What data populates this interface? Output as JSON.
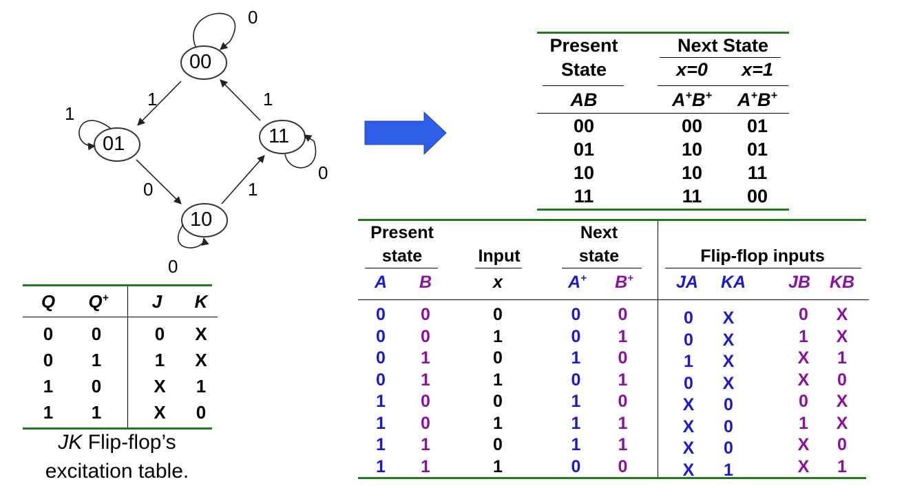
{
  "state_diagram": {
    "states": [
      "00",
      "01",
      "11",
      "10"
    ],
    "edge_labels": {
      "s00_self": "0",
      "s00_to_01": "1",
      "s11_to_00": "1",
      "s01_self": "1",
      "s01_to_10": "0",
      "s10_to_11": "1",
      "s11_self": "0",
      "s10_self": "0"
    }
  },
  "state_table": {
    "col1_header": [
      "Present",
      "State"
    ],
    "next_header": "Next State",
    "x0_header": "x=0",
    "x1_header": "x=1",
    "ab_label": "AB",
    "next_label_base": "A",
    "next_label_base2": "B",
    "plus": "+",
    "rows": [
      {
        "present": "00",
        "x0": "00",
        "x1": "01"
      },
      {
        "present": "01",
        "x0": "10",
        "x1": "01"
      },
      {
        "present": "10",
        "x0": "10",
        "x1": "11"
      },
      {
        "present": "11",
        "x0": "11",
        "x1": "00"
      }
    ]
  },
  "excitation_table": {
    "headers": {
      "q": "Q",
      "qplus": "Q",
      "plus": "+",
      "j": "J",
      "k": "K"
    },
    "rows": [
      {
        "q": "0",
        "qp": "0",
        "j": "0",
        "k": "X"
      },
      {
        "q": "0",
        "qp": "1",
        "j": "1",
        "k": "X"
      },
      {
        "q": "1",
        "qp": "0",
        "j": "X",
        "k": "1"
      },
      {
        "q": "1",
        "qp": "1",
        "j": "X",
        "k": "0"
      }
    ],
    "caption_italic": "JK",
    "caption_rest": " Flip-flop’s",
    "caption_line2": "excitation table."
  },
  "design_table": {
    "present_header": [
      "Present",
      "state"
    ],
    "input_header": "Input",
    "next_header": [
      "Next",
      "state"
    ],
    "ff_header": "Flip-flop inputs",
    "cols": {
      "a": "A",
      "b": "B",
      "x": "x",
      "ap": "A",
      "bp": "B",
      "plus": "+",
      "ja": "JA",
      "ka": "KA",
      "jb": "JB",
      "kb": "KB"
    },
    "rows": [
      {
        "a": "0",
        "b": "0",
        "x": "0",
        "ap": "0",
        "bp": "0",
        "ja": "0",
        "ka": "X",
        "jb": "0",
        "kb": "X"
      },
      {
        "a": "0",
        "b": "0",
        "x": "1",
        "ap": "0",
        "bp": "1",
        "ja": "0",
        "ka": "X",
        "jb": "1",
        "kb": "X"
      },
      {
        "a": "0",
        "b": "1",
        "x": "0",
        "ap": "1",
        "bp": "0",
        "ja": "1",
        "ka": "X",
        "jb": "X",
        "kb": "1"
      },
      {
        "a": "0",
        "b": "1",
        "x": "1",
        "ap": "0",
        "bp": "1",
        "ja": "0",
        "ka": "X",
        "jb": "X",
        "kb": "0"
      },
      {
        "a": "1",
        "b": "0",
        "x": "0",
        "ap": "1",
        "bp": "0",
        "ja": "X",
        "ka": "0",
        "jb": "0",
        "kb": "X"
      },
      {
        "a": "1",
        "b": "0",
        "x": "1",
        "ap": "1",
        "bp": "1",
        "ja": "X",
        "ka": "0",
        "jb": "1",
        "kb": "X"
      },
      {
        "a": "1",
        "b": "1",
        "x": "0",
        "ap": "1",
        "bp": "1",
        "ja": "X",
        "ka": "0",
        "jb": "X",
        "kb": "0"
      },
      {
        "a": "1",
        "b": "1",
        "x": "1",
        "ap": "0",
        "bp": "0",
        "ja": "X",
        "ka": "1",
        "jb": "X",
        "kb": "1"
      }
    ]
  },
  "colors": {
    "rule_green": "#1e7a1e",
    "arrow_blue": "#2f5fe8",
    "var_a_blue": "#1a1acc",
    "var_b_purple": "#8a10a0"
  }
}
